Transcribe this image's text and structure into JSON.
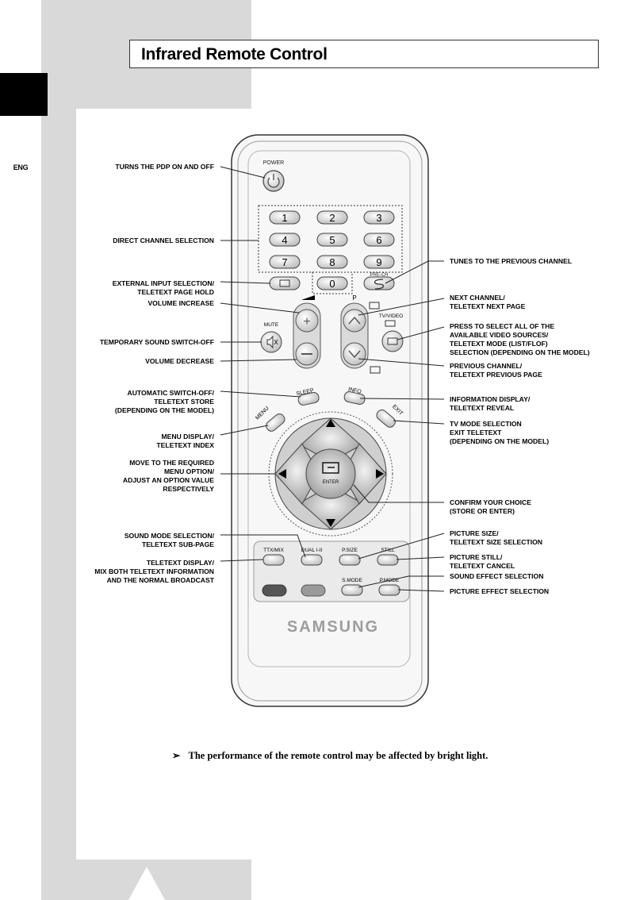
{
  "page": {
    "language_tab": "ENG",
    "title": "Infrared Remote Control",
    "note": "The performance of the remote control may be affected by bright light."
  },
  "left_labels": [
    "TURNS THE PDP ON AND OFF",
    "DIRECT CHANNEL SELECTION",
    "EXTERNAL INPUT SELECTION/\nTELETEXT PAGE HOLD",
    "VOLUME INCREASE",
    "TEMPORARY SOUND SWITCH-OFF",
    "VOLUME DECREASE",
    "AUTOMATIC SWITCH-OFF/\nTELETEXT STORE\n(DEPENDING ON THE MODEL)",
    "MENU DISPLAY/\nTELETEXT INDEX",
    "MOVE TO THE REQUIRED\nMENU OPTION/\nADJUST AN OPTION VALUE\nRESPECTIVELY",
    "SOUND MODE SELECTION/\nTELETEXT SUB-PAGE",
    "TELETEXT DISPLAY/\nMIX BOTH TELETEXT INFORMATION\nAND THE NORMAL BROADCAST"
  ],
  "right_labels": [
    "TUNES TO THE PREVIOUS CHANNEL",
    "NEXT CHANNEL/\nTELETEXT NEXT PAGE",
    "PRESS TO SELECT ALL OF THE\nAVAILABLE VIDEO SOURCES/\nTELETEXT MODE (LIST/FLOF)\nSELECTION (DEPENDING ON THE MODEL)",
    "PREVIOUS CHANNEL/\nTELETEXT PREVIOUS PAGE",
    "INFORMATION DISPLAY/\nTELETEXT REVEAL",
    "TV MODE SELECTION\nEXIT TELETEXT\n(DEPENDING ON THE MODEL)",
    "CONFIRM YOUR CHOICE\n(STORE OR ENTER)",
    "PICTURE SIZE/\nTELETEXT SIZE SELECTION",
    "PICTURE STILL/\nTELETEXT CANCEL",
    "SOUND EFFECT SELECTION",
    "PICTURE EFFECT SELECTION"
  ],
  "remote": {
    "power": "POWER",
    "digits": [
      "1",
      "2",
      "3",
      "4",
      "5",
      "6",
      "7",
      "8",
      "9",
      "0"
    ],
    "pre_ch": "PRE-CH",
    "p_label": "P",
    "mute": "MUTE",
    "tv_video": "TV/VIDEO",
    "sleep": "SLEEP",
    "info": "INFO",
    "menu": "MENU",
    "exit": "EXIT",
    "enter": "ENTER",
    "ttx_mix": "TTX/MIX",
    "dual": "DUAL I-II",
    "p_size": "P.SIZE",
    "still": "STILL",
    "s_mode": "S.MODE",
    "p_mode": "P.MODE",
    "brand": "SAMSUNG"
  }
}
